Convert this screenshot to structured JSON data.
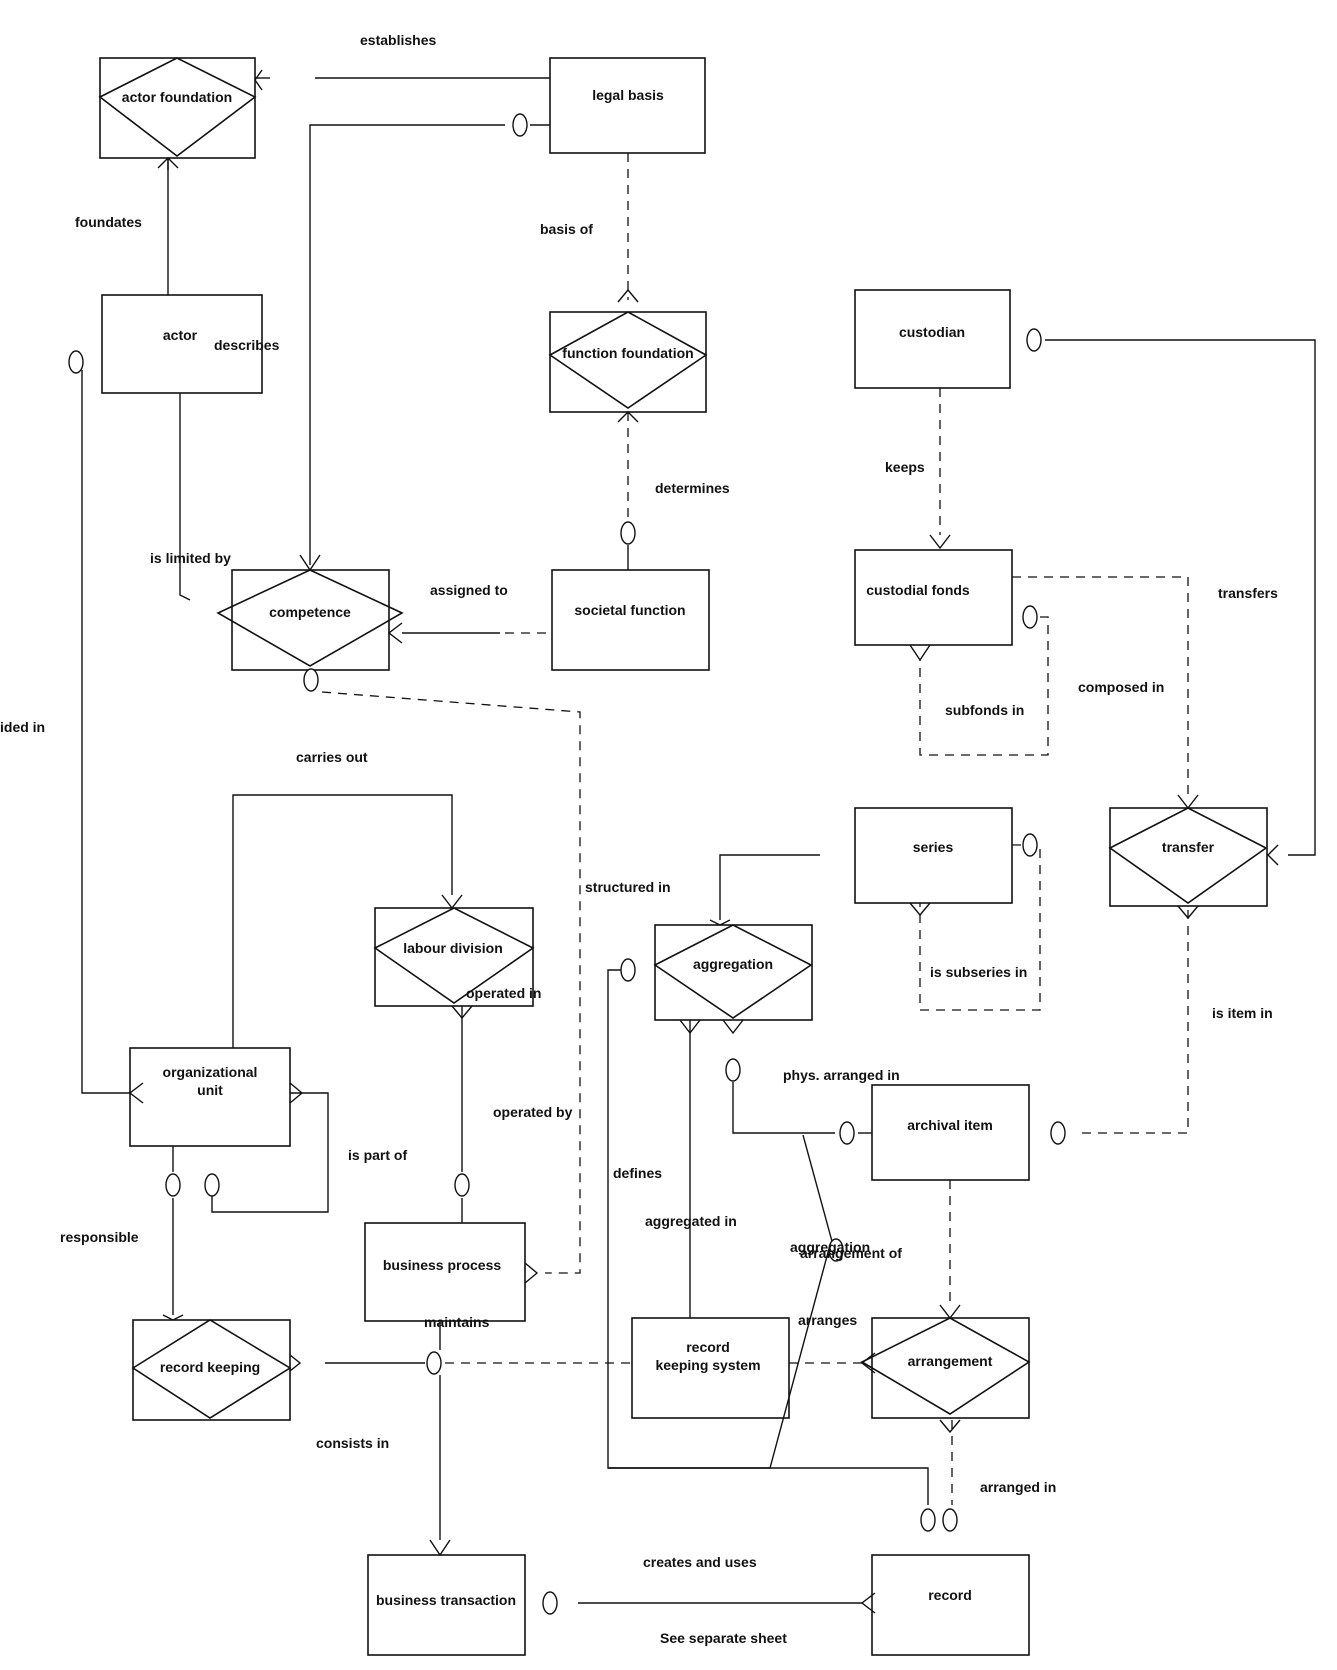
{
  "entities": {
    "actor_foundation": "actor foundation",
    "legal_basis": "legal basis",
    "actor": "actor",
    "function_foundation": "function foundation",
    "custodian": "custodian",
    "competence": "competence",
    "societal_function": "societal function",
    "custodial_fonds": "custodial fonds",
    "labour_division": "labour division",
    "series": "series",
    "transfer": "transfer",
    "aggregation": "aggregation",
    "organizational_unit_line1": "organizational",
    "organizational_unit_line2": "unit",
    "archival_item": "archival item",
    "business_process": "business process",
    "record_keeping": "record keeping",
    "record_keeping_system_line1": "record",
    "record_keeping_system_line2": "keeping system",
    "arrangement": "arrangement",
    "business_transaction": "business transaction",
    "record": "record"
  },
  "relationships": {
    "establishes": "establishes",
    "foundates": "foundates",
    "describes": "describes",
    "basis_of": "basis of",
    "determines": "determines",
    "keeps": "keeps",
    "transfers": "transfers",
    "is_limited_by": "is limited by",
    "assigned_to": "assigned to",
    "subfonds_in": "subfonds in",
    "composed_in": "composed in",
    "divided_in": "ided in",
    "carries_out": "carries out",
    "structured_in": "structured in",
    "is_subseries_in": "is subseries in",
    "operated_in": "operated in",
    "is_item_in": "is item in",
    "phys_arranged_in": "phys. arranged in",
    "operated_by": "operated by",
    "is_part_of": "is part of",
    "defines": "defines",
    "aggregated_in": "aggregated in",
    "responsible": "responsible",
    "aggregation_rel": "aggregation",
    "arrangement_of": "arrangement of",
    "maintains": "maintains",
    "arranges": "arranges",
    "consists_in": "consists in",
    "arranged_in": "arranged in",
    "creates_and_uses": "creates and uses"
  },
  "footer": {
    "note": "See separate sheet"
  }
}
